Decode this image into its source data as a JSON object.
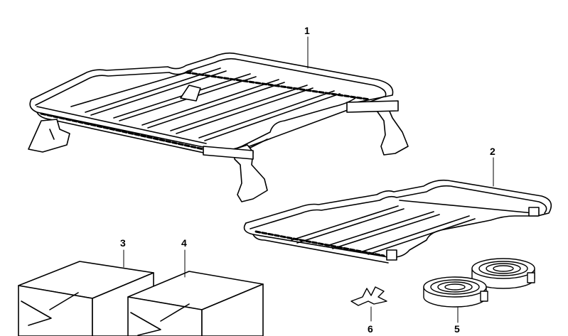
{
  "callouts": {
    "c1": "1",
    "c2": "2",
    "c3": "3",
    "c4": "4",
    "c5": "5",
    "c6": "6"
  },
  "colors": {
    "ink": "#000000",
    "paper": "#ffffff",
    "shade": "#dcdcdc"
  }
}
